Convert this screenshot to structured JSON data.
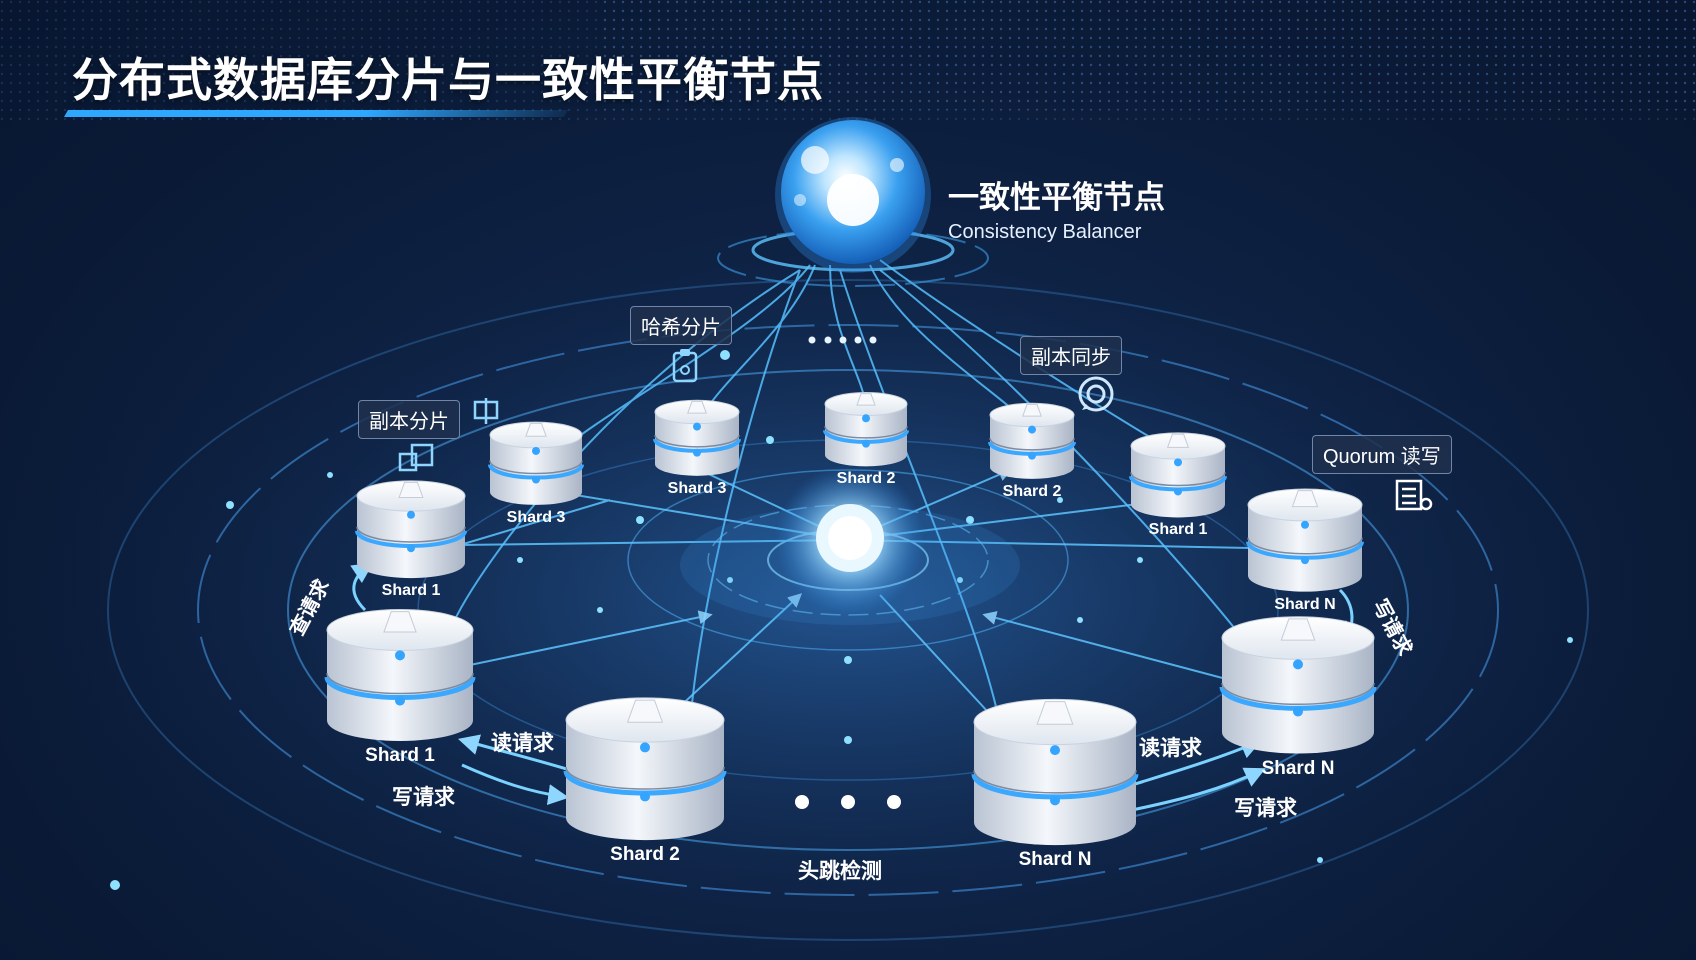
{
  "title": "分布式数据库分片与一致性平衡节点",
  "balancer": {
    "label_cn": "一致性平衡节点",
    "label_en": "Consistency Balancer"
  },
  "tags": {
    "hash_shard": "哈希分片",
    "replica_sync": "副本同步",
    "replica_shard": "副本分片",
    "quorum": "Quorum 读写"
  },
  "flows": {
    "read_left": "读请求",
    "write_left": "写请求",
    "read_right": "读请求",
    "write_right": "写请求",
    "query_left": "查请求",
    "write_req_right": "写请求",
    "heartbeat": "头跳检测"
  },
  "shards": {
    "inner": [
      "Shard 3",
      "Shard 3",
      "Shard 2",
      "Shard 2",
      "Shard 1"
    ],
    "mid": [
      "Shard 1",
      "Shard N"
    ],
    "outer": [
      "Shard 1",
      "Shard 2",
      "Shard N",
      "Shard N"
    ]
  },
  "icons": [
    "clipboard-icon",
    "sync-icon",
    "replica-icon",
    "align-icon",
    "list-icon"
  ],
  "colors": {
    "accent": "#2ea7ff",
    "glow": "#7fd4ff",
    "background": "#0e2244"
  }
}
